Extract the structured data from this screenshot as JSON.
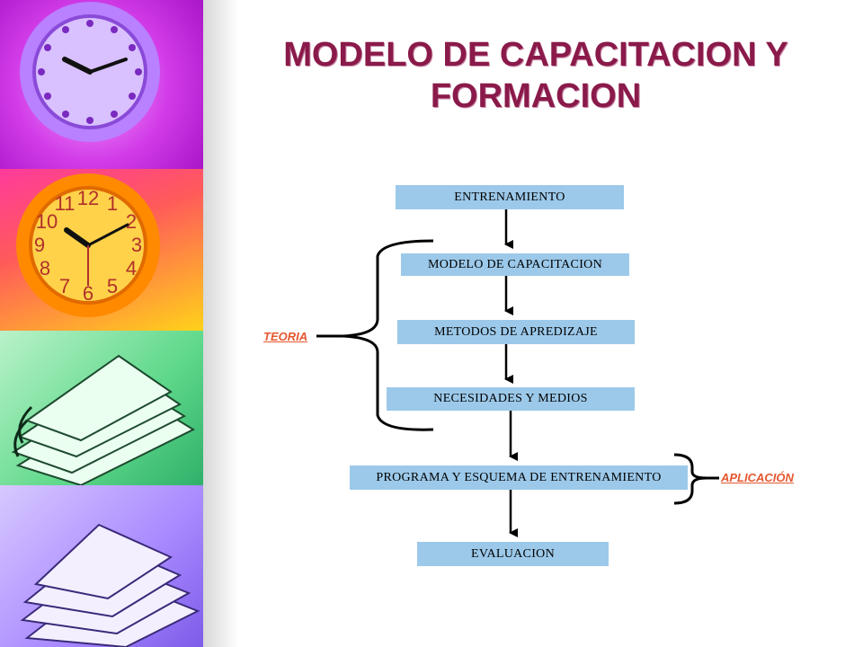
{
  "title": "MODELO DE CAPACITACION Y FORMACION",
  "flow_steps": [
    "ENTRENAMIENTO",
    "MODELO DE CAPACITACION",
    "METODOS DE APREDIZAJE",
    "NECESIDADES Y MEDIOS",
    "PROGRAMA Y ESQUEMA DE ENTRENAMIENTO",
    "EVALUACION"
  ],
  "groups": {
    "theory_label": "TEORIA",
    "application_label": "APLICACIÓN"
  },
  "colors": {
    "title": "#8a1a4a",
    "box_fill": "#9cc9ea",
    "group_label": "#e4572e"
  },
  "decoration": [
    "purple-clock-icon",
    "orange-clock-icon",
    "green-papers-icon",
    "violet-papers-icon"
  ]
}
